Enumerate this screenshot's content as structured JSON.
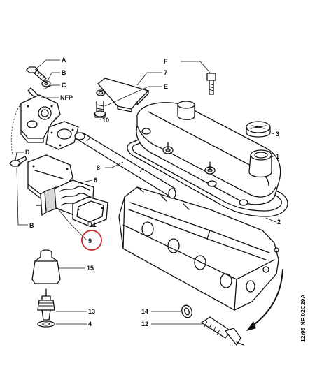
{
  "figure": {
    "reference_code": "12/96  NF  02C29A",
    "highlight_color": "#c62828",
    "callouts": [
      {
        "id": "A",
        "label": "A"
      },
      {
        "id": "B-top",
        "label": "B"
      },
      {
        "id": "C",
        "label": "C"
      },
      {
        "id": "NFP",
        "label": "NFP"
      },
      {
        "id": "D",
        "label": "D"
      },
      {
        "id": "B-bottom",
        "label": "B"
      },
      {
        "id": "F",
        "label": "F"
      },
      {
        "id": "7",
        "label": "7"
      },
      {
        "id": "E",
        "label": "E"
      },
      {
        "id": "10",
        "label": "10"
      },
      {
        "id": "3",
        "label": "3"
      },
      {
        "id": "1",
        "label": "1"
      },
      {
        "id": "8",
        "label": "8"
      },
      {
        "id": "6",
        "label": "6"
      },
      {
        "id": "2",
        "label": "2"
      },
      {
        "id": "11",
        "label": "11"
      },
      {
        "id": "9",
        "label": "9",
        "highlighted": true
      },
      {
        "id": "15",
        "label": "15"
      },
      {
        "id": "13",
        "label": "13"
      },
      {
        "id": "4",
        "label": "4"
      },
      {
        "id": "14",
        "label": "14"
      },
      {
        "id": "12",
        "label": "12"
      }
    ]
  }
}
